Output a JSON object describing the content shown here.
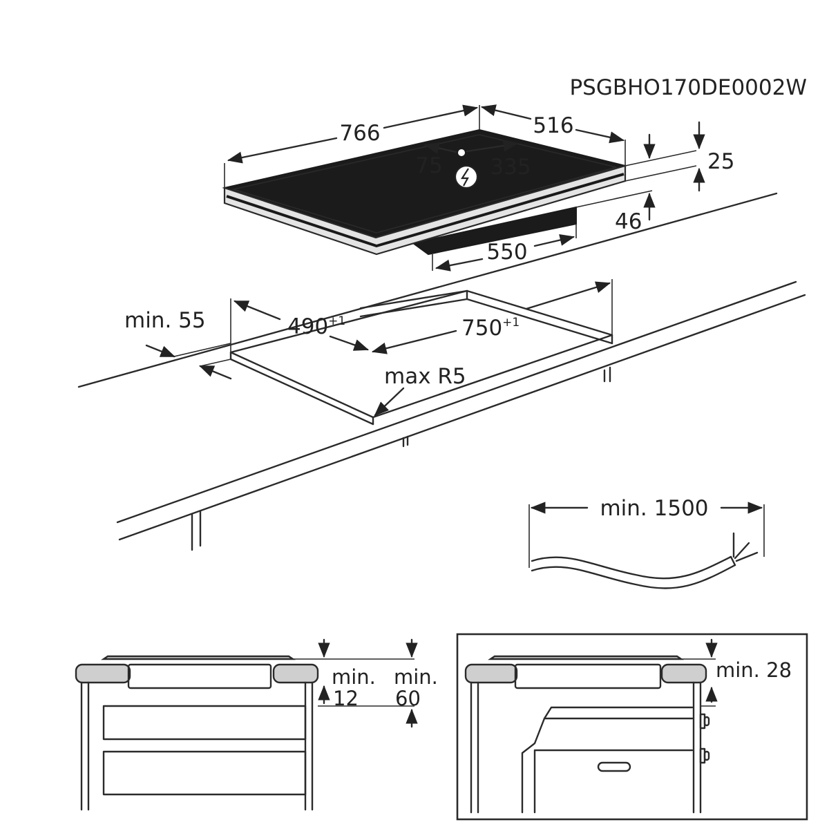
{
  "code": "PSGBHO170DE0002W",
  "hob": {
    "width": "766",
    "depth": "516",
    "conn_left": "75",
    "conn_right": "335",
    "thickness": "25",
    "box_height": "46",
    "box_width": "550",
    "power_icon": "power-connection-icon"
  },
  "cutout": {
    "depth": "490",
    "depth_tol": "+1",
    "width": "750",
    "width_tol": "+1",
    "front_gap": "min. 55",
    "corner_radius": "max R5"
  },
  "cable": {
    "length": "min. 1500"
  },
  "side_section": {
    "gap_a_line1": "min.",
    "gap_a_line2": "12",
    "gap_b_line1": "min.",
    "gap_b_line2": "60"
  },
  "oven_section": {
    "gap": "min. 28"
  }
}
